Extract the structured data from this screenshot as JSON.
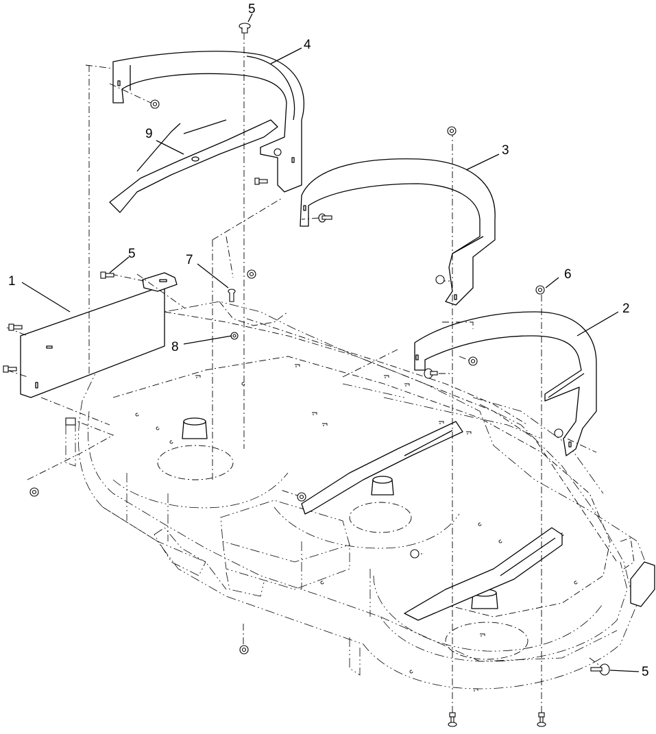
{
  "callouts": [
    {
      "id": "c1",
      "label": "1"
    },
    {
      "id": "c2",
      "label": "2"
    },
    {
      "id": "c3",
      "label": "3"
    },
    {
      "id": "c4",
      "label": "4"
    },
    {
      "id": "c5a",
      "label": "5"
    },
    {
      "id": "c5b",
      "label": "5"
    },
    {
      "id": "c5c",
      "label": "5"
    },
    {
      "id": "c6",
      "label": "6"
    },
    {
      "id": "c7",
      "label": "7"
    },
    {
      "id": "c8",
      "label": "8"
    },
    {
      "id": "c9",
      "label": "9"
    }
  ]
}
